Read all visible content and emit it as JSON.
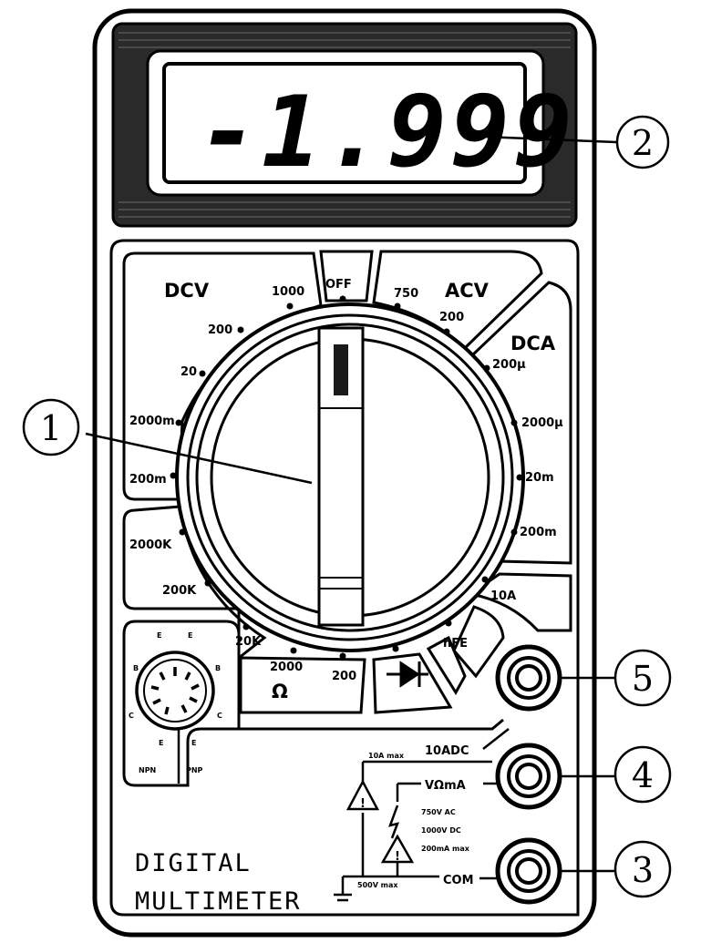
{
  "display": {
    "reading": "-1.999"
  },
  "callouts": {
    "c1": "1",
    "c2": "2",
    "c3": "3",
    "c4": "4",
    "c5": "5"
  },
  "dial": {
    "off": "OFF",
    "dcv": {
      "label": "DCV",
      "r1000": "1000",
      "r200": "200",
      "r20": "20",
      "r2000m": "2000m",
      "r200m": "200m"
    },
    "acv": {
      "label": "ACV",
      "r750": "750",
      "r200": "200"
    },
    "dca": {
      "label": "DCA",
      "r200u": "200μ",
      "r2000u": "2000μ",
      "r20m": "20m",
      "r200m": "200m"
    },
    "r10a": "10A",
    "hfe": "hFE",
    "ohm": {
      "symbol": "Ω",
      "r2000k": "2000K",
      "r200k": "200K",
      "r20k": "20K",
      "r2000": "2000",
      "r200": "200"
    }
  },
  "transistor": {
    "npn": "NPN",
    "pnp": "PNP",
    "e": "E",
    "b": "B",
    "c": "C"
  },
  "jacks": {
    "j10a": "10ADC",
    "j10a_note": "10A max",
    "jvma": "VΩmA",
    "jvma_note_1": "750V AC",
    "jvma_note_2": "1000V DC",
    "jvma_note_3": "200mA max",
    "jcom": "COM",
    "jcom_note": "500V max"
  },
  "brand": {
    "line1": "DIGITAL",
    "line2": "MULTIMETER"
  }
}
